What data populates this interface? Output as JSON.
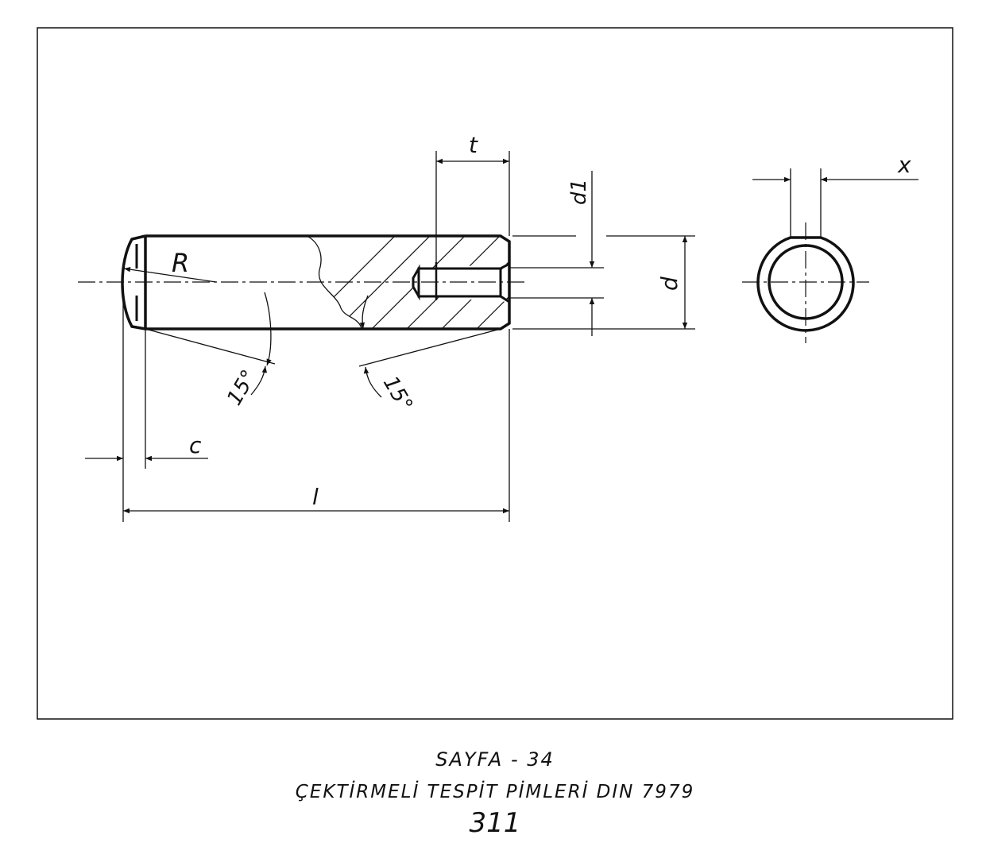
{
  "drawing": {
    "labels": {
      "t": "t",
      "d1": "d1",
      "d": "d",
      "x": "x",
      "R": "R",
      "c": "c",
      "l": "l",
      "angle_left": "15°",
      "angle_right": "15°"
    }
  },
  "caption": {
    "page": "SAYFA - 34",
    "title": "ÇEKTİRMELİ TESPİT PİMLERİ DIN 7979",
    "number": "311"
  },
  "colors": {
    "line": "#111111",
    "background": "#ffffff"
  }
}
